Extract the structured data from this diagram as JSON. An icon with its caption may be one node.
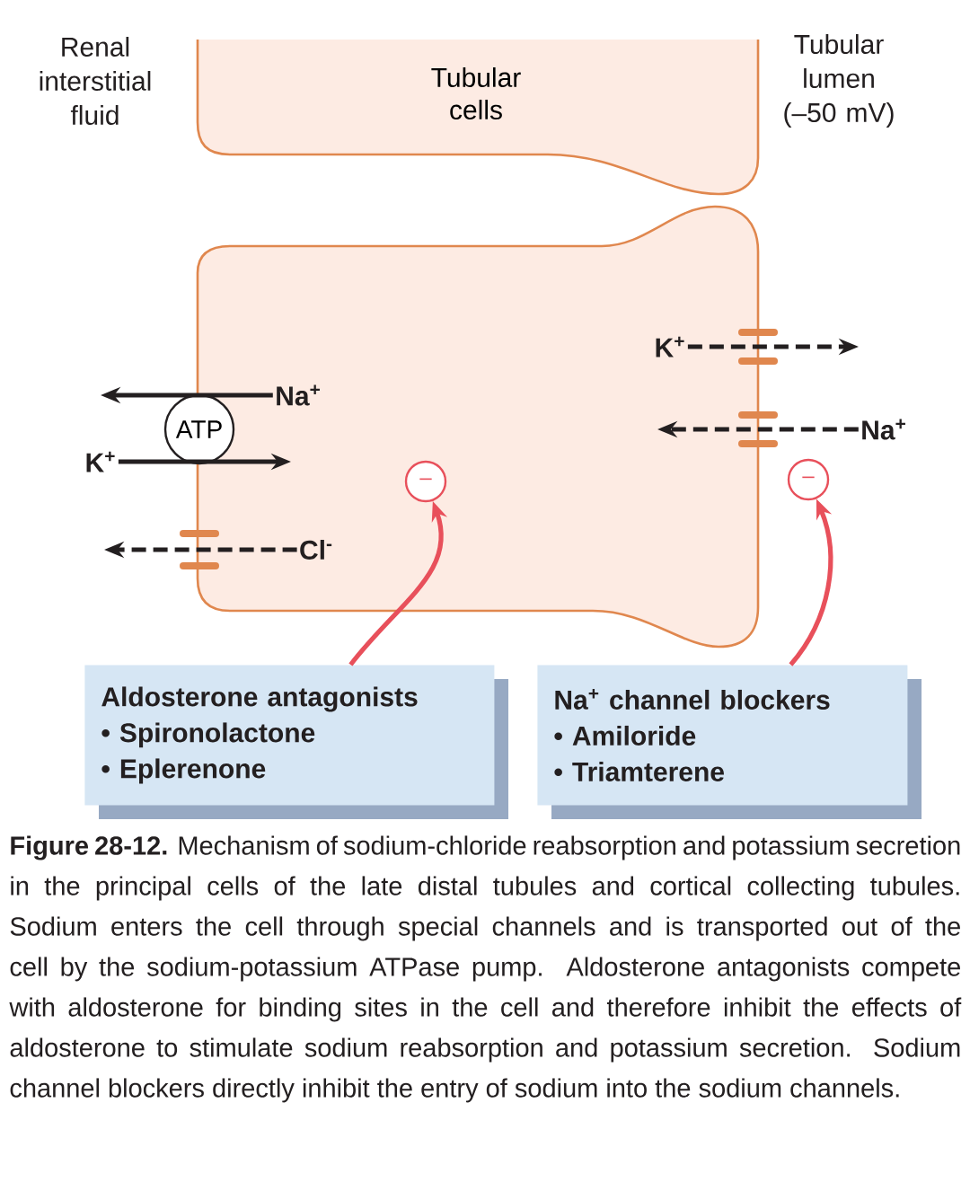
{
  "diagram": {
    "caption": "**Figure 28-12.** Mechanism of sodium-chloride reabsorption and potassium secretion in the principal cells of the late distal tubules and cortical collecting tubules. Sodium enters the cell through special channels and is transported out of the cell by the sodium-potassium ATPase pump. Aldosterone antagonists compete with aldosterone for binding sites in the cell and therefore inhibit the effects of aldosterone to stimulate sodium reabsorption and potassium secretion. Sodium channel blockers directly inhibit the entry of sodium into the sodium channels.",
    "nodes": [
      {
        "text": [
          "Tubular cells"
        ]
      },
      {
        "text": [],
        "shape": "box"
      },
      {
        "text": [
          "Aldosterone antagonists",
          "• Spironolactone",
          "• Eplerenone"
        ]
      },
      {
        "text": [
          "Na$^{+}$ channel blockers",
          "• Amiloride",
          "• Triamterene"
        ]
      },
      {
        "text": [
          "–"
        ],
        "in": 1
      },
      {
        "text": [
          "–"
        ]
      },
      {
        "text": [
          "Na$^{+}$"
        ],
        "in": 1
      },
      {
        "text": [
          "ATP"
        ]
      },
      {
        "text": [
          "K$^{+}$"
        ]
      },
      {
        "text": [
          "Cl$^{-}$"
        ],
        "in": 1
      },
      {
        "text": [
          "K$^{+}$"
        ],
        "in": 1
      },
      {
        "text": [
          "Na$^{+}$"
        ]
      }
    ],
    "edges": [
      {
        "from": 6,
        "to": null,
        "arrow": "to"
      },
      {
        "from": 8,
        "to": null,
        "arrow": "to"
      },
      {
        "from": 9,
        "to": null,
        "arrow": "to",
        "style": "dashed"
      },
      {
        "from": 10,
        "to": null,
        "arrow": "to",
        "style": "dashed"
      },
      {
        "from": 11,
        "to": null,
        "arrow": "to",
        "style": "dashed"
      },
      {
        "from": 2,
        "to": 4,
        "arrow": "to",
        "color": "#e8505b"
      },
      {
        "from": 3,
        "to": 5,
        "arrow": "to",
        "color": "#e8505b"
      }
    ],
    "labels": [
      "Renal interstitial fluid",
      "Tubular lumen (–50 mV)"
    ]
  }
}
